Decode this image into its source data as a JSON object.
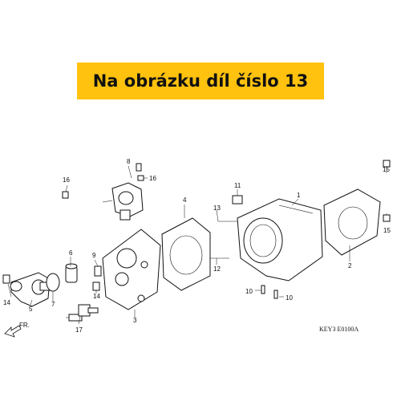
{
  "banner": {
    "text": "Na obrázku díl číslo 13",
    "color": "#ffc20e"
  },
  "diagram": {
    "code": "KEY3  E0100A",
    "front_arrow": "FR.",
    "labels": [
      "1",
      "2",
      "3",
      "4",
      "5",
      "6",
      "7",
      "8",
      "9",
      "10",
      "10",
      "11",
      "12",
      "13",
      "14",
      "14",
      "15",
      "15",
      "16",
      "16",
      "17"
    ]
  }
}
